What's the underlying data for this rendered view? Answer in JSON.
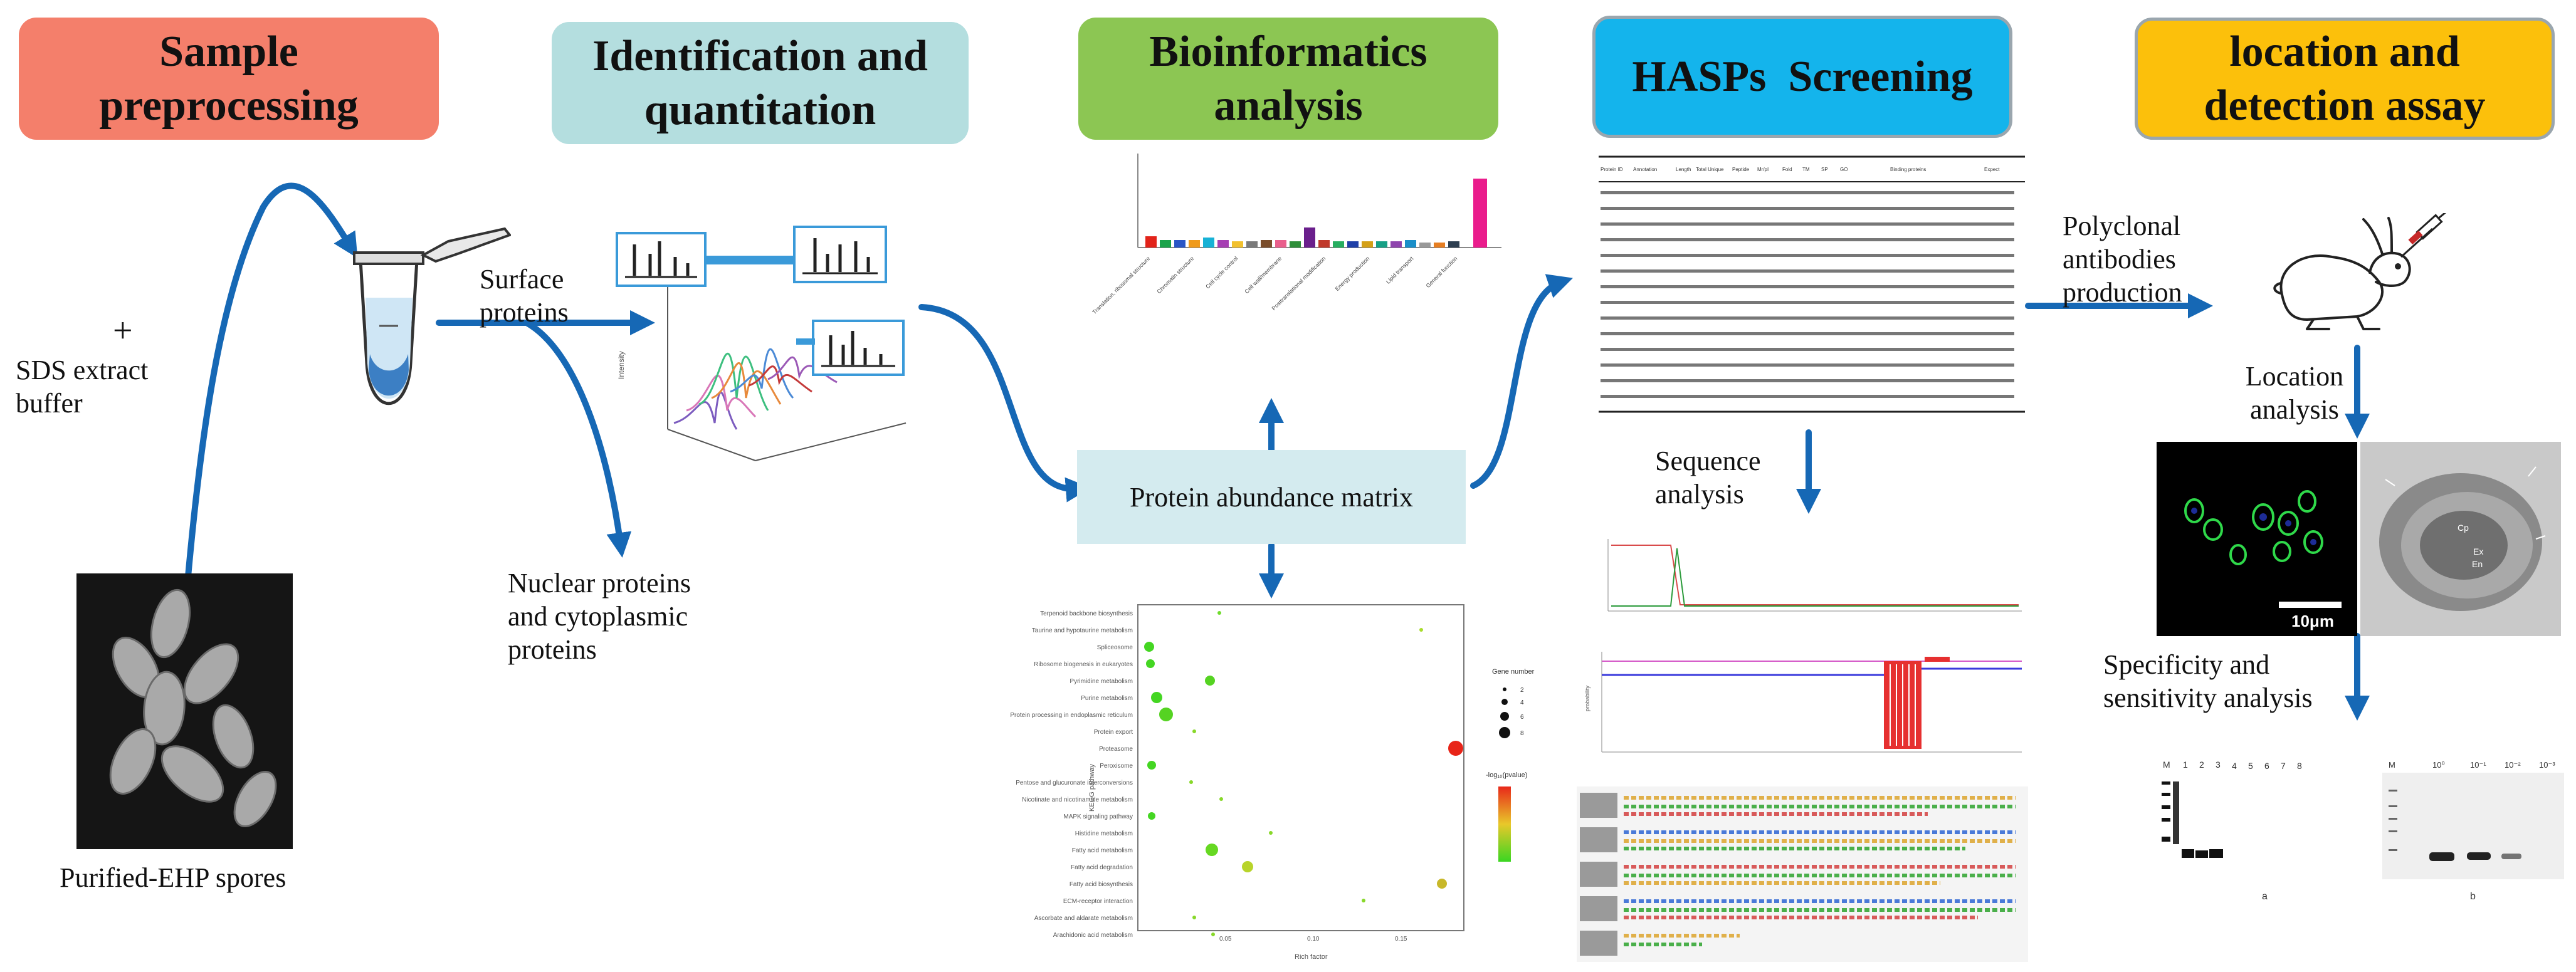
{
  "headers": {
    "sample": "Sample preprocessing",
    "identification": "Identification and quantitation",
    "bioinformatics": "Bioinformatics analysis",
    "hasps": "HASPs  Screening",
    "location": "location and detection assay"
  },
  "labels": {
    "plus": "+",
    "sds": "SDS extract buffer",
    "spores": "Purified-EHP spores",
    "surface": "Surface proteins",
    "nuclear": "Nuclear proteins and cytoplasmic proteins",
    "matrix": "Protein abundance matrix",
    "sequence": "Sequence analysis",
    "polyclonal": "Polyclonal antibodies production",
    "location_analysis": "Location analysis",
    "specificity": "Specificity  and sensitivity analysis",
    "scalebar": "10μm",
    "blot_a": "a",
    "blot_b": "b"
  },
  "colors": {
    "sample_box": "#F47F6B",
    "identification_box": "#B4DEDF",
    "bioinformatics_box": "#8CC653",
    "hasps_box": "#14B4EC",
    "location_box": "#FCC00B",
    "matrix_box": "#D4EBEF",
    "arrow": "#1668B5"
  },
  "icons": [
    "tube-icon",
    "rabbit-icon",
    "syringe-icon",
    "spores-micrograph",
    "peaks-3d-plot",
    "bar-chart-thumbnail",
    "bubble-plot-thumbnail",
    "table-thumbnail",
    "sequence-plots-thumbnail",
    "fluorescence-image",
    "tem-image",
    "western-blot-images"
  ]
}
